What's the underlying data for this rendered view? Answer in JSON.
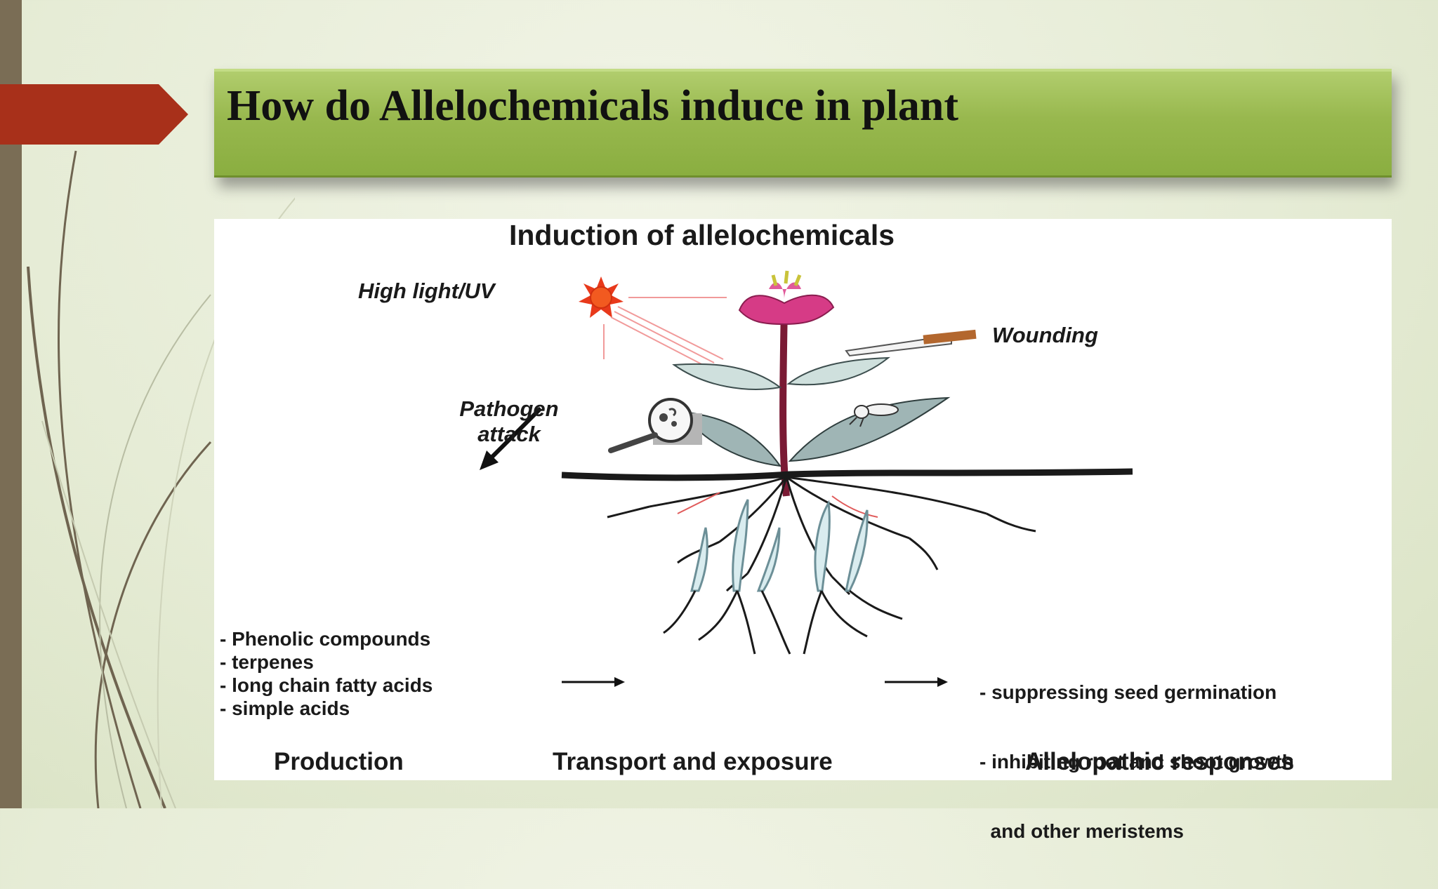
{
  "slide": {
    "title": "How do Allelochemicals induce in plant"
  },
  "diagram": {
    "heading": "Induction of allelochemicals",
    "stimuli": {
      "light": "High light/UV",
      "wounding": "Wounding",
      "pathogen_line1": "Pathogen",
      "pathogen_line2": "attack"
    },
    "production_list": [
      "- Phenolic compounds",
      "- terpenes",
      "- long chain fatty acids",
      "- simple acids"
    ],
    "response_list": [
      "- suppressing seed germination",
      "- inhibiting root and shoot growth",
      "  and other meristems"
    ],
    "captions": {
      "production": "Production",
      "transport": "Transport and exposure",
      "responses": "Allelopathic responses"
    }
  },
  "colors": {
    "accent_tab": "#a8301a",
    "banner": "#9bbb52",
    "left_bar": "#7a6d55",
    "flower": "#d63b86",
    "sun": "#f04a1c"
  }
}
